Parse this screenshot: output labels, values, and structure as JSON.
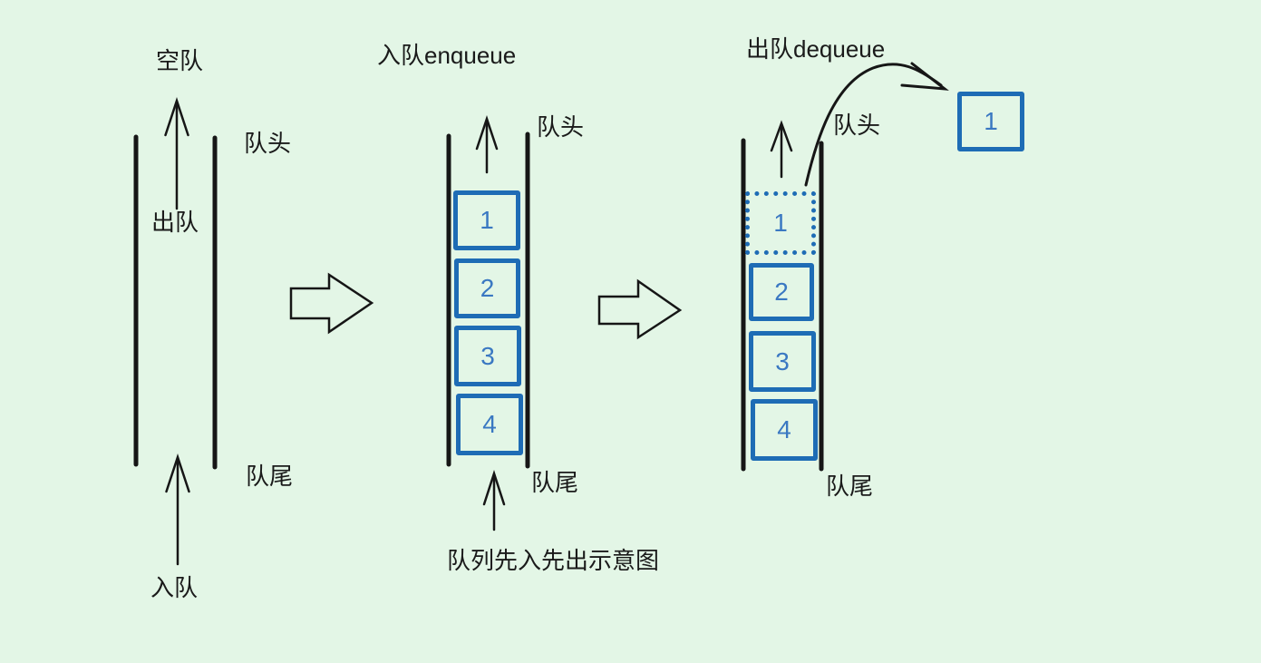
{
  "background_color": "#e3f6e6",
  "colors": {
    "box_border": "#1e6cb5",
    "box_number": "#3a78c2",
    "line": "#161616"
  },
  "icons": {
    "up_arrow": "↑",
    "flow_arrow": "⇨",
    "curved_dequeue_arrow": "↷"
  },
  "caption": "队列先入先出示意图",
  "panels": {
    "empty_queue": {
      "title": "空队",
      "dequeue_label": "出队",
      "enqueue_label": "入队",
      "head_label": "队头",
      "tail_label": "队尾",
      "items": []
    },
    "enqueue": {
      "title": "入队enqueue",
      "head_label": "队头",
      "tail_label": "队尾",
      "items": [
        "1",
        "2",
        "3",
        "4"
      ]
    },
    "dequeue": {
      "title": "出队dequeue",
      "head_label": "队头",
      "tail_label": "队尾",
      "removed_item": "1",
      "items": [
        "2",
        "3",
        "4"
      ],
      "dequeued_box": "1"
    }
  }
}
